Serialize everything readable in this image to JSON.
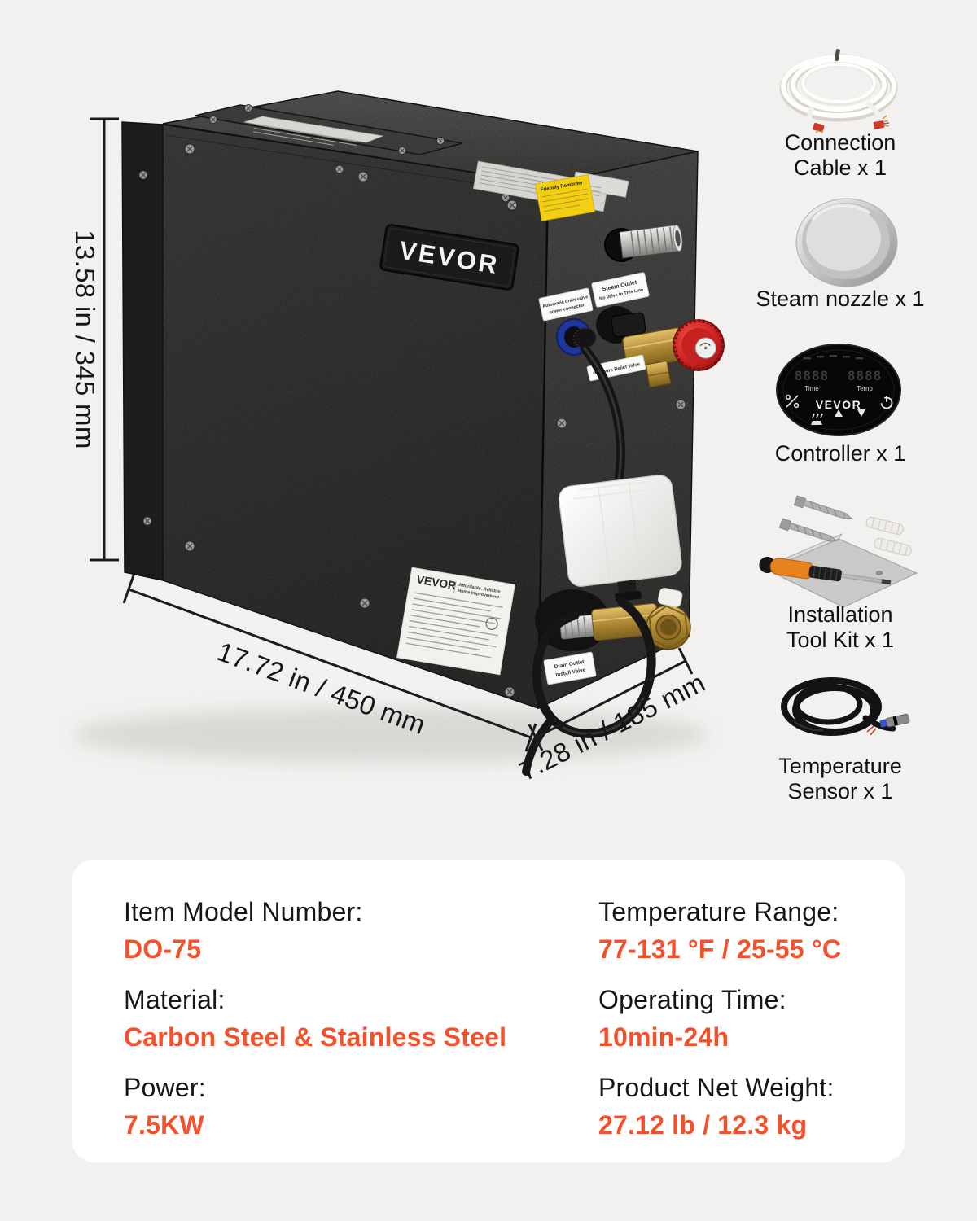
{
  "page": {
    "background": "#f2f1ef",
    "accent": "#f4502b"
  },
  "unit": {
    "logo": "VEVOR",
    "spec_label": {
      "brand": "VEVOR",
      "tagline_1": "Affordable. Reliable.",
      "tagline_2": "Home Improvement"
    },
    "reminder_sticker": {
      "title": "Friendly Reminder"
    },
    "port_labels": {
      "auto_drain_1": "Automatic drain valve",
      "auto_drain_2": "power connector",
      "steam_outlet_1": "Steam Outlet",
      "steam_outlet_2": "No Valve In This Line",
      "pressure_relief": "Pressure Relief Valve",
      "drain_outlet_1": "Drain Outlet",
      "drain_outlet_2": "Install Valve"
    }
  },
  "dimensions": {
    "height": "13.58 in / 345 mm",
    "width": "17.72 in / 450 mm",
    "depth": "7.28 in / 185 mm"
  },
  "accessories": [
    {
      "name": "Connection Cable x 1",
      "icon": "connection-cable"
    },
    {
      "name": "Steam nozzle x 1",
      "icon": "steam-nozzle"
    },
    {
      "name": "Controller x 1",
      "icon": "controller"
    },
    {
      "name": "Installation Tool Kit x 1",
      "icon": "installation-tool-kit"
    },
    {
      "name": "Temperature Sensor x 1",
      "icon": "temperature-sensor"
    }
  ],
  "controller_panel": {
    "display_left": "8888",
    "display_right": "8888",
    "time_label": "Time",
    "temp_label": "Temp",
    "brand": "VEVOR"
  },
  "specs": [
    {
      "label": "Item Model Number:",
      "value": "DO-75"
    },
    {
      "label": "Material:",
      "value": "Carbon Steel & Stainless Steel"
    },
    {
      "label": "Power:",
      "value": "7.5KW"
    },
    {
      "label": "Temperature Range:",
      "value": "77-131 °F / 25-55 °C"
    },
    {
      "label": "Operating Time:",
      "value": "10min-24h"
    },
    {
      "label": "Product Net Weight:",
      "value": "27.12 lb / 12.3 kg"
    }
  ]
}
